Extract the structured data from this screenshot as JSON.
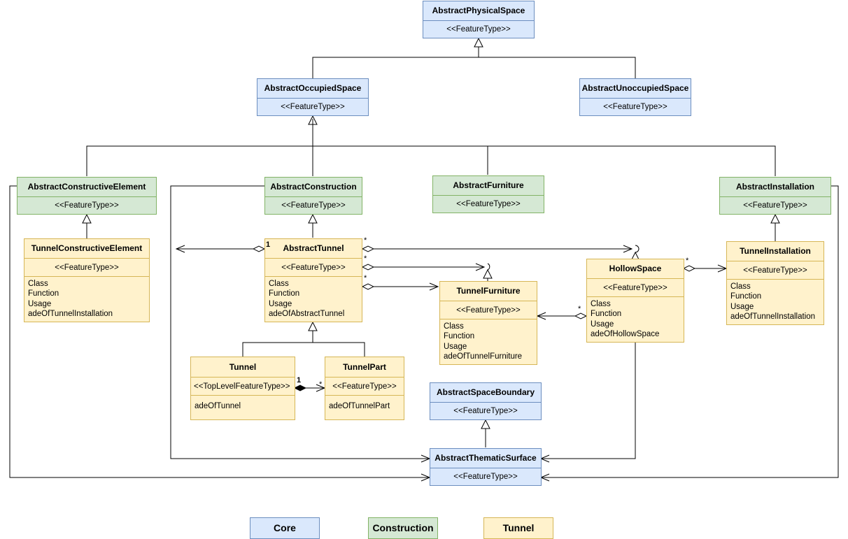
{
  "classes": {
    "abstract_physical_space": {
      "name": "AbstractPhysicalSpace",
      "stereotype": "<<FeatureType>>"
    },
    "abstract_occupied_space": {
      "name": "AbstractOccupiedSpace",
      "stereotype": "<<FeatureType>>"
    },
    "abstract_unoccupied_space": {
      "name": "AbstractUnoccupiedSpace",
      "stereotype": "<<FeatureType>>"
    },
    "abstract_constructive_element": {
      "name": "AbstractConstructiveElement",
      "stereotype": "<<FeatureType>>"
    },
    "abstract_construction": {
      "name": "AbstractConstruction",
      "stereotype": "<<FeatureType>>"
    },
    "abstract_furniture": {
      "name": "AbstractFurniture",
      "stereotype": "<<FeatureType>>"
    },
    "abstract_installation": {
      "name": "AbstractInstallation",
      "stereotype": "<<FeatureType>>"
    },
    "tunnel_constructive_element": {
      "name": "TunnelConstructiveElement",
      "stereotype": "<<FeatureType>>",
      "attributes": [
        "Class",
        "Function",
        "Usage",
        "adeOfTunnelInstallation"
      ]
    },
    "abstract_tunnel": {
      "name": "AbstractTunnel",
      "stereotype": "<<FeatureType>>",
      "attributes": [
        "Class",
        "Function",
        "Usage",
        "adeOfAbstractTunnel"
      ]
    },
    "tunnel_furniture": {
      "name": "TunnelFurniture",
      "stereotype": "<<FeatureType>>",
      "attributes": [
        "Class",
        "Function",
        "Usage",
        "adeOfTunnelFurniture"
      ]
    },
    "hollow_space": {
      "name": "HollowSpace",
      "stereotype": "<<FeatureType>>",
      "attributes": [
        "Class",
        "Function",
        "Usage",
        "adeOfHollowSpace"
      ]
    },
    "tunnel_installation": {
      "name": "TunnelInstallation",
      "stereotype": "<<FeatureType>>",
      "attributes": [
        "Class",
        "Function",
        "Usage",
        "adeOfTunnelInstallation"
      ]
    },
    "tunnel": {
      "name": "Tunnel",
      "stereotype": "<<TopLevelFeatureType>>",
      "attributes": [
        "adeOfTunnel"
      ]
    },
    "tunnel_part": {
      "name": "TunnelPart",
      "stereotype": "<<FeatureType>>",
      "attributes": [
        "adeOfTunnelPart"
      ]
    },
    "abstract_space_boundary": {
      "name": "AbstractSpaceBoundary",
      "stereotype": "<<FeatureType>>"
    },
    "abstract_thematic_surface": {
      "name": "AbstractThematicSurface",
      "stereotype": "<<FeatureType>>"
    }
  },
  "multiplicities": {
    "tunnel_constructive_element_one": "1",
    "tunnel_installation_many": "*",
    "hollow_space_many": "*",
    "tunnel_furniture_many": "*",
    "hollow_space_furniture_many": "*",
    "hollow_space_installation_many": "*",
    "tunnel_one": "1",
    "tunnel_part_many": "*"
  },
  "legend": {
    "core": "Core",
    "construction": "Construction",
    "tunnel": "Tunnel"
  },
  "colors": {
    "core_fill": "#dae8fc",
    "core_stroke": "#6c8ebf",
    "construction_fill": "#d5e8d4",
    "construction_stroke": "#82b366",
    "tunnel_fill": "#fff2cc",
    "tunnel_stroke": "#d6b656",
    "line": "#000000"
  }
}
